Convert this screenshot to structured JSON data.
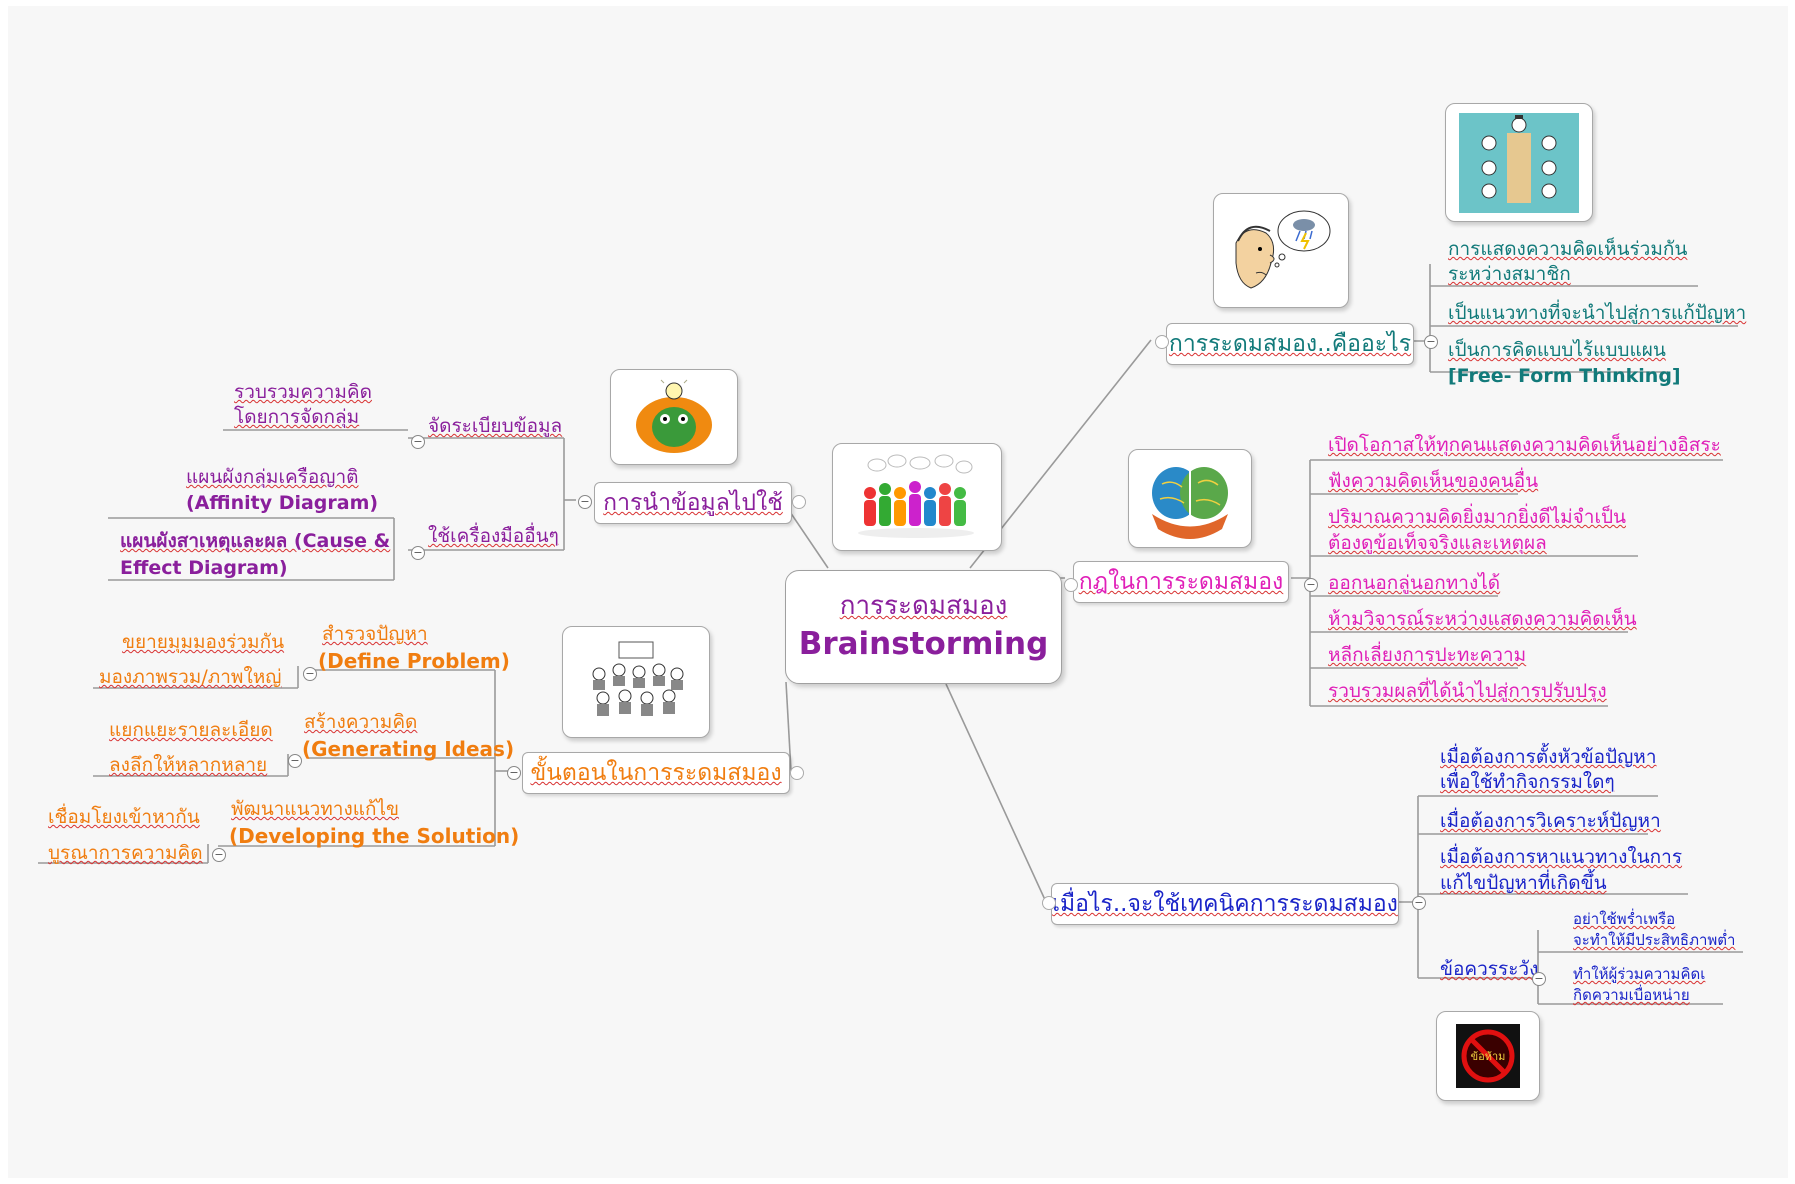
{
  "central": {
    "title_th": "การระดมสมอง",
    "title_en": "Brainstorming"
  },
  "branches": {
    "what_is": {
      "label": "การระดมสมอง..คืออะไร",
      "items": [
        "การแสดงความคิดเห็นร่วมกัน",
        "ระหว่างสมาชิก",
        "เป็นแนวทางที่จะนำไปสู่การแก้ปัญหา",
        "เป็นการคิดแบบไร้แบบแผน",
        "[Free- Form Thinking]"
      ]
    },
    "rules": {
      "label": "กฎในการระดมสมอง",
      "items": [
        "เปิดโอกาสให้ทุกคนแสดงความคิดเห็นอย่างอิสระ",
        "ฟังความคิดเห็นของคนอื่น",
        "ปริมาณความคิดยิ่งมากยิ่งดีไม่จำเป็น",
        "ต้องดูข้อเท็จจริงและเหตุผล",
        "ออกนอกลู่นอกทางได้",
        "ห้ามวิจารณ์ระหว่างแสดงความคิดเห็น",
        "หลีกเลี่ยงการปะทะความ",
        "รวบรวมผลที่ได้นำไปสู่การปรับปรุง"
      ]
    },
    "when": {
      "label": "เมื่อไร..จะใช้เทคนิคการระดมสมอง",
      "items": [
        "เมื่อต้องการตั้งหัวข้อปัญหา",
        "เพื่อใช้ทำกิจกรรมใดๆ",
        "เมื่อต้องการวิเคราะห์ปัญหา",
        "เมื่อต้องการหาแนวทางในการ",
        "แก้ไขปัญหาที่เกิดขึ้น"
      ],
      "caution": {
        "label": "ข้อควรระวัง",
        "items": [
          "อย่าใช้พร่ำเพรือ",
          "จะทำให้มีประสิทธิภาพต่ำ",
          "ทำให้ผู้ร่วมความคิดเ",
          "กิดความเบื่อหน่าย"
        ]
      },
      "forbidden_sign": "ข้อห้าม"
    },
    "use_data": {
      "label": "การนำข้อมูลไปใช้",
      "organize": {
        "label": "จัดระเบียบข้อมูล",
        "items": [
          "รวบรวมความคิด",
          "โดยการจัดกลุ่ม"
        ]
      },
      "tools": {
        "label": "ใช้เครื่องมืออื่นๆ",
        "items": [
          "แผนผังกลุ่มเครือญาติ",
          "(Affinity Diagram)",
          "แผนผังสาเหตุและผล (Cause &",
          "Effect Diagram)"
        ]
      }
    },
    "steps": {
      "label": "ขั้นตอนในการระดมสมอง",
      "define": {
        "label_th": "สำรวจปัญหา",
        "label_en": "(Define Problem)",
        "items": [
          "ขยายมุมมองร่วมกัน",
          "มองภาพรวม/ภาพใหญ่"
        ]
      },
      "generate": {
        "label_th": "สร้างความคิด",
        "label_en": "(Generating Ideas)",
        "items": [
          "แยกแยะรายละเอียด",
          "ลงลึกให้หลากหลาย"
        ]
      },
      "develop": {
        "label_th": "พัฒนาแนวทางแก้ไข",
        "label_en": "(Developing the Solution)",
        "items": [
          "เชื่อมโยงเข้าหากัน",
          "บูรณาการความคิด"
        ]
      }
    }
  },
  "colors": {
    "pink": "#e020b8",
    "teal": "#127a7a",
    "purple": "#8a1f9c",
    "blue": "#1a24c8",
    "orange": "#f07d10",
    "connector": "#9a9a9a"
  }
}
